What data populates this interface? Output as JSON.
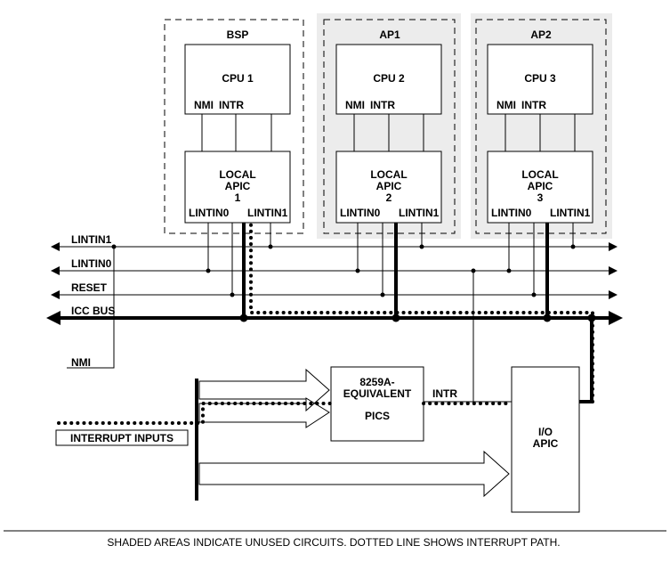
{
  "processors": [
    {
      "role": "BSP",
      "cpu": "CPU 1",
      "nmi": "NMI",
      "intr": "INTR",
      "apic_line1": "LOCAL",
      "apic_line2": "APIC",
      "apic_num": "1",
      "lint0": "LINTIN0",
      "lint1": "LINTIN1"
    },
    {
      "role": "AP1",
      "cpu": "CPU 2",
      "nmi": "NMI",
      "intr": "INTR",
      "apic_line1": "LOCAL",
      "apic_line2": "APIC",
      "apic_num": "2",
      "lint0": "LINTIN0",
      "lint1": "LINTIN1"
    },
    {
      "role": "AP2",
      "cpu": "CPU 3",
      "nmi": "NMI",
      "intr": "INTR",
      "apic_line1": "LOCAL",
      "apic_line2": "APIC",
      "apic_num": "3",
      "lint0": "LINTIN0",
      "lint1": "LINTIN1"
    }
  ],
  "bus": {
    "lintin1": "LINTIN1",
    "lintin0": "LINTIN0",
    "reset": "RESET",
    "icc": "ICC BUS",
    "nmi": "NMI"
  },
  "pic": {
    "line1": "8259A-",
    "line2": "EQUIVALENT",
    "line3": "PICS",
    "intr": "INTR"
  },
  "ioapic": {
    "line1": "I/O",
    "line2": "APIC"
  },
  "interrupt_inputs": "INTERRUPT INPUTS",
  "caption": "SHADED AREAS INDICATE UNUSED CIRCUITS.  DOTTED LINE SHOWS INTERRUPT PATH.",
  "colors": {
    "shade": "#ececec",
    "line": "#000000"
  }
}
